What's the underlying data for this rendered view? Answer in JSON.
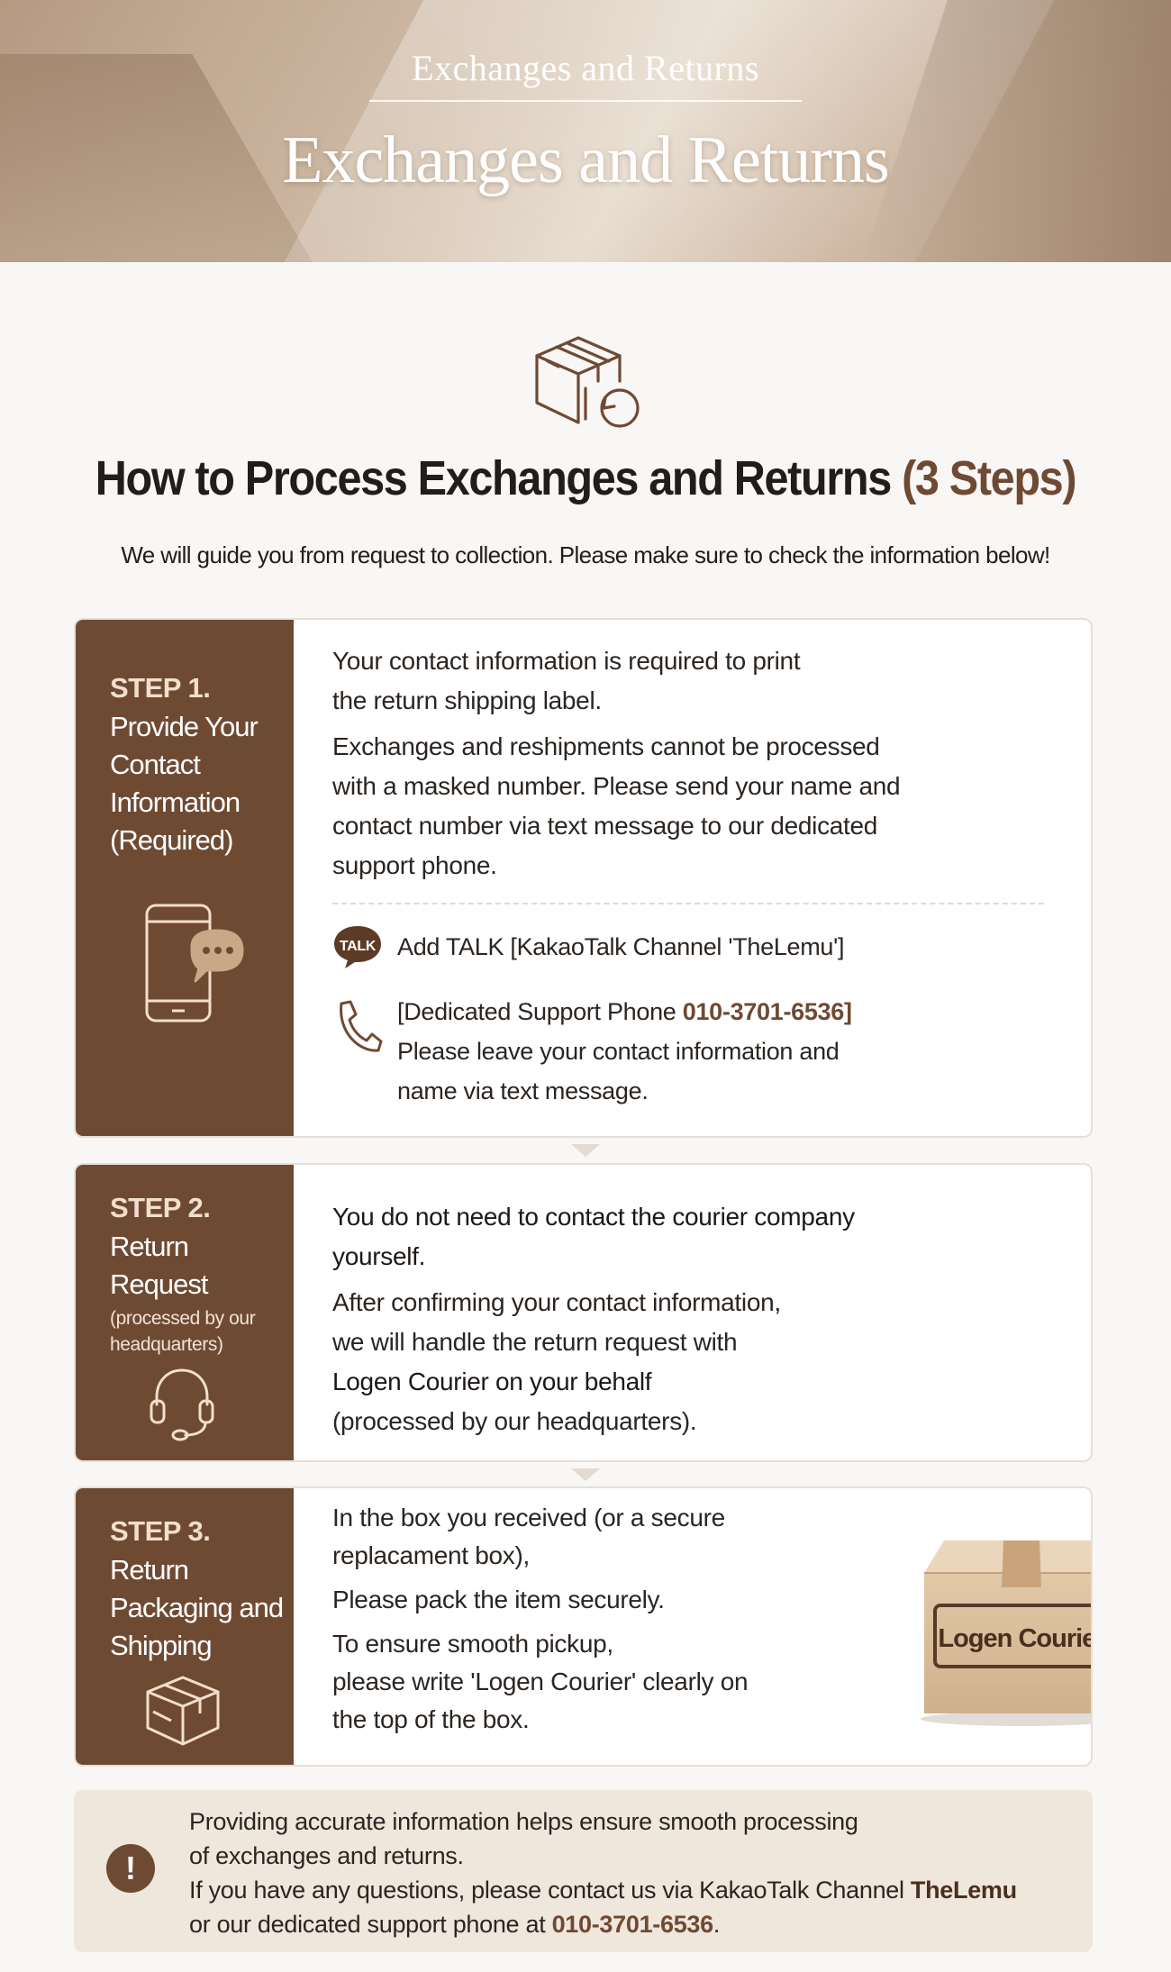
{
  "header": {
    "subtitle": "Exchanges and Returns",
    "title": "Exchanges and Returns"
  },
  "intro": {
    "icon": "box-return-icon",
    "title": "How to Process Exchanges and Returns",
    "title_accent": "(3 Steps)",
    "subtitle": "We will guide you from request to collection. Please make sure to check the information below!"
  },
  "step1": {
    "label": "STEP 1.",
    "title": "Provide Your Contact Information (Required)",
    "icon": "phone-chat-icon",
    "para1_line1": "Your contact information is required to print",
    "para1_line2": "the return shipping label.",
    "para2_line1": "Exchanges and reshipments cannot be processed",
    "para2_line2": "with a masked number. Please send your name and",
    "para2_line3": "contact number via text message to our dedicated",
    "para2_line4": "support phone.",
    "talk_badge": "TALK",
    "talk_text": "Add TALK [KakaoTalk Channel 'TheLemu']",
    "phone_icon": "phone-handset-icon",
    "phone_prefix": "[Dedicated Support Phone ",
    "phone_number": "010-3701-6536]",
    "phone_line2": "Please leave your contact information and",
    "phone_line3": "name via text message."
  },
  "step2": {
    "label": "STEP 2.",
    "title_line1": "Return",
    "title_line2": "Request",
    "note": "(processed by our headquarters)",
    "icon": "headset-icon",
    "line1": "You do not need to contact the courier company",
    "line2": "yourself.",
    "line3": "After confirming your contact information,",
    "line4": "we will handle the return request with",
    "line5": "Logen Courier on your behalf",
    "line6": "(processed by our headquarters)."
  },
  "step3": {
    "label": "STEP 3.",
    "title": "Return Packaging and Shipping",
    "icon": "box-icon",
    "line1": "In the box you received (or a secure",
    "line2": "replacament box),",
    "line3": "Please pack the item securely.",
    "line4": "To ensure smooth pickup,",
    "line5": "please write 'Logen Courier' clearly on",
    "line6": "the top of the box.",
    "box_label": "Logen Courier"
  },
  "notice": {
    "icon": "exclamation-icon",
    "icon_glyph": "!",
    "line1": "Providing accurate information helps ensure smooth processing",
    "line2": "of exchanges and returns.",
    "line3_prefix": "If you have any questions, please contact us via KakaoTalk Channel ",
    "line3_channel": "TheLemu",
    "line4_prefix": "or our dedicated support phone at ",
    "line4_phone": "010-3701-6536",
    "line4_suffix": "."
  },
  "colors": {
    "accent_brown": "#6f4a33",
    "banner_tan": "#c9b19a",
    "notice_bg": "#efe6dc"
  }
}
